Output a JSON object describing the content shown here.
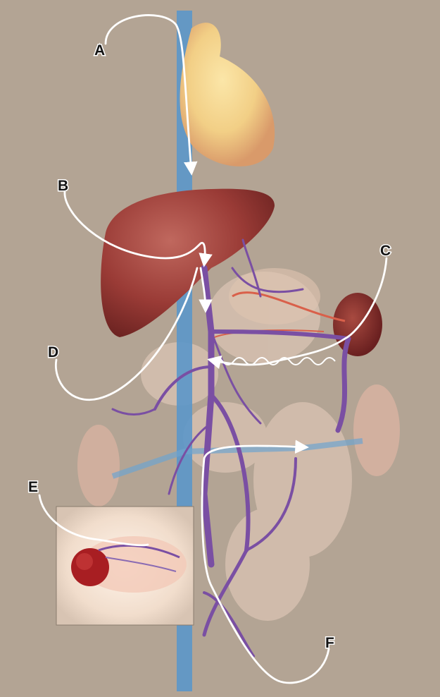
{
  "labels": {
    "a": "A",
    "b": "B",
    "c": "C",
    "d": "D",
    "e": "E",
    "f": "F"
  },
  "colors": {
    "background": "#b3a494",
    "vena_cava": "#5b97c9",
    "portal_system": "#7a4fa3",
    "artery": "#d9604a",
    "heart": "#f2cf86",
    "liver": "#9a3b36",
    "spleen": "#7e2a26",
    "kidney": "#d9b3a1",
    "bowel": "#e8cfbf",
    "pointer": "#ffffff"
  }
}
